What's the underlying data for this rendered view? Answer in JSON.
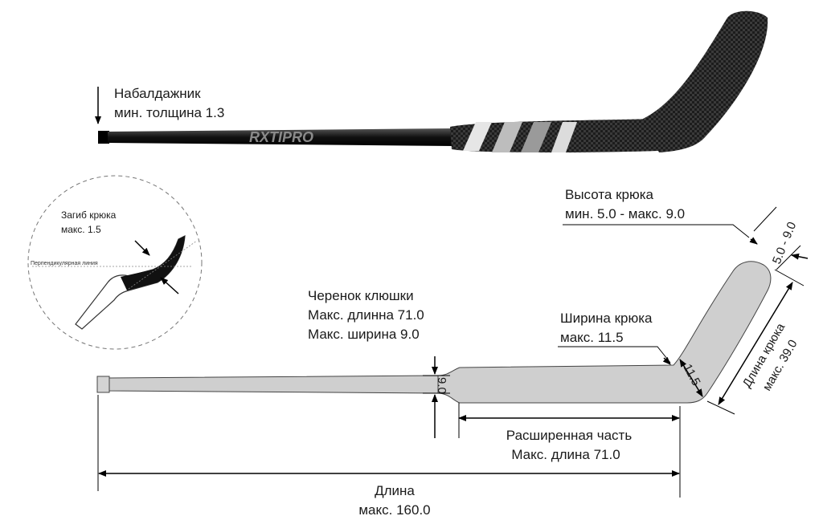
{
  "colors": {
    "stick_fill": "#cfcfcf",
    "stick_stroke": "#444444",
    "carbon_dark": "#1c1c1c",
    "carbon_mid": "#3a3a3a",
    "line": "#000000"
  },
  "top_stick": {
    "brand_text": "RXTIPRO",
    "knob_label_line1": "Набалдажник",
    "knob_label_line2": "мин. толщина 1.3"
  },
  "detail_circle": {
    "curve_label_line1": "Загиб крюка",
    "curve_label_line2": "макс. 1.5",
    "perpendicular_label": "Перпендикулярная линия"
  },
  "labels": {
    "shaft_line1": "Черенок клюшки",
    "shaft_line2": "Макс. длинна 71.0",
    "shaft_line3": "Макс. ширина 9.0",
    "shaft_dim": "9.0",
    "blade_height_line1": "Высота крюка",
    "blade_height_line2": "мин. 5.0 - макс. 9.0",
    "blade_height_dim": "5.0 - 9.0",
    "blade_width_line1": "Ширина крюка",
    "blade_width_line2": "макс. 11.5",
    "blade_width_dim": "11.5",
    "blade_length_line1": "Длина крюка",
    "blade_length_line2": "макс. 39.0",
    "paddle_line1": "Расширенная часть",
    "paddle_line2": "Макс. длина 71.0",
    "total_line1": "Длина",
    "total_line2": "макс. 160.0"
  }
}
